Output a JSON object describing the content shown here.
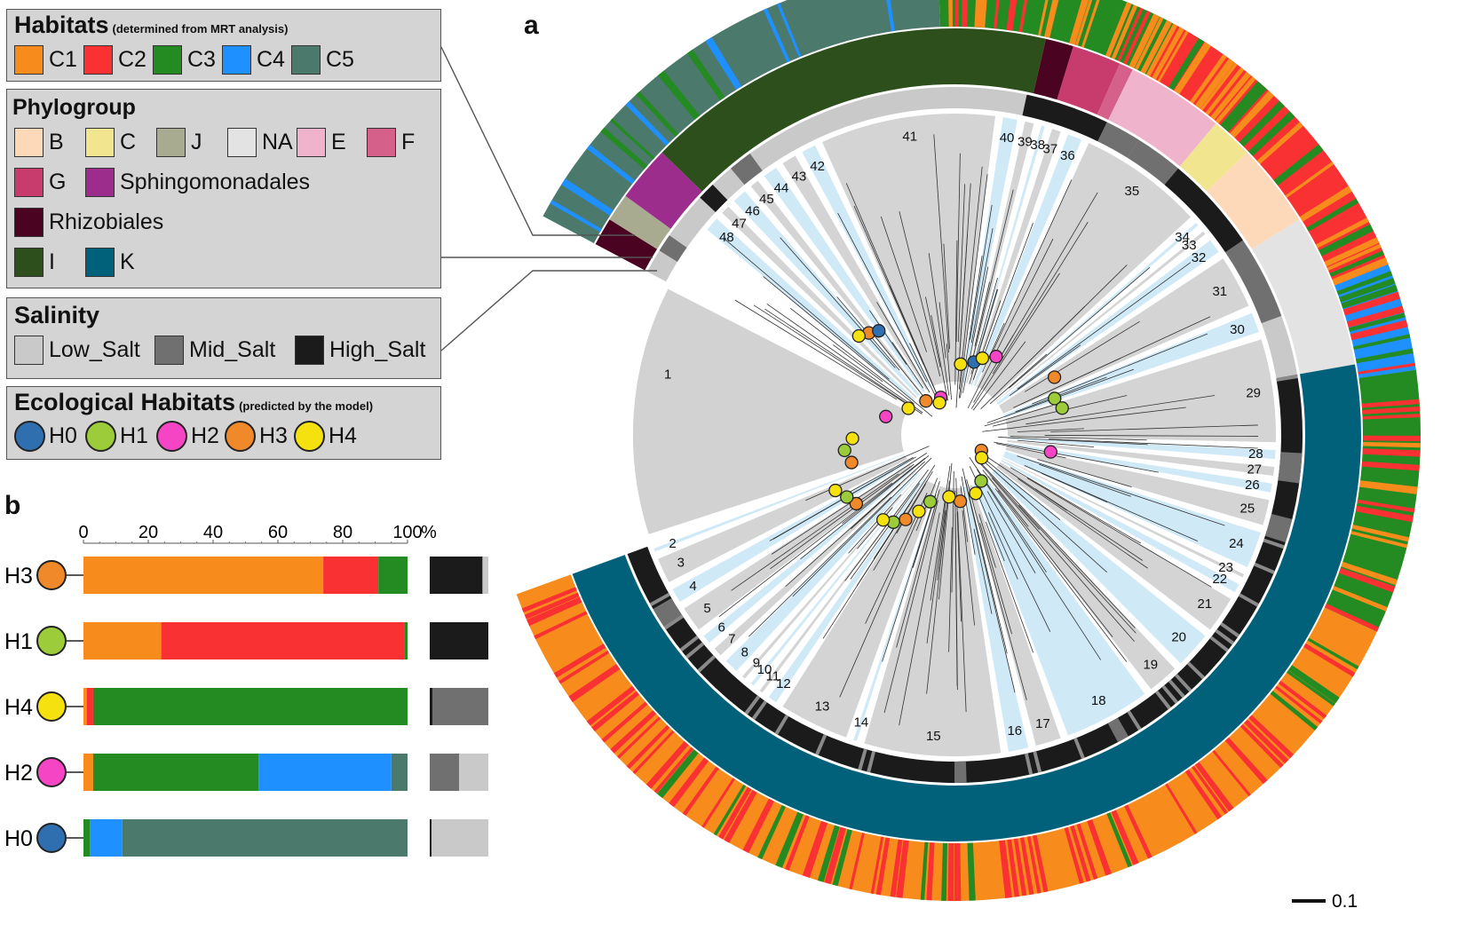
{
  "panel_labels": {
    "a": "a",
    "b": "b"
  },
  "legend": {
    "habitats": {
      "title": "Habitats",
      "subtitle": "(determined from MRT analysis)",
      "items": [
        {
          "label": "C1",
          "color": "#f78c1c"
        },
        {
          "label": "C2",
          "color": "#f93132"
        },
        {
          "label": "C3",
          "color": "#238b21"
        },
        {
          "label": "C4",
          "color": "#1e90ff"
        },
        {
          "label": "C5",
          "color": "#4b796c"
        }
      ]
    },
    "phylogroup": {
      "title": "Phylogroup",
      "items": [
        {
          "label": "B",
          "color": "#fdd8b9"
        },
        {
          "label": "C",
          "color": "#f2e58f"
        },
        {
          "label": "J",
          "color": "#a8ab90"
        },
        {
          "label": "NA",
          "color": "#e3e3e3"
        },
        {
          "label": "E",
          "color": "#f0b3cc"
        },
        {
          "label": "F",
          "color": "#d5608a"
        },
        {
          "label": "G",
          "color": "#c83b6d"
        },
        {
          "label": "Sphingomonadales",
          "color": "#9c2d8d"
        },
        {
          "label": "Rhizobiales",
          "color": "#4a0320"
        },
        {
          "label": "I",
          "color": "#2d4f1c"
        },
        {
          "label": "K",
          "color": "#02617a"
        }
      ]
    },
    "salinity": {
      "title": "Salinity",
      "items": [
        {
          "label": "Low_Salt",
          "color": "#c9c9c9"
        },
        {
          "label": "Mid_Salt",
          "color": "#707070"
        },
        {
          "label": "High_Salt",
          "color": "#1b1b1b"
        }
      ]
    },
    "ecological": {
      "title": "Ecological Habitats",
      "subtitle": "(predicted by the model)",
      "items": [
        {
          "label": "H0",
          "color": "#2f6fb0"
        },
        {
          "label": "H1",
          "color": "#9ccc3a"
        },
        {
          "label": "H2",
          "color": "#f545c4"
        },
        {
          "label": "H3",
          "color": "#f0892a"
        },
        {
          "label": "H4",
          "color": "#f4e10f"
        }
      ]
    }
  },
  "scale_bar": {
    "label": "0.1"
  },
  "chart_data": [
    {
      "type": "bar",
      "panel": "b",
      "orientation": "horizontal-stacked",
      "x_ticks": [
        "0",
        "20",
        "40",
        "60",
        "80",
        "100"
      ],
      "x_unit": "%",
      "xlim": [
        0,
        100
      ],
      "categories": [
        "H3",
        "H1",
        "H4",
        "H2",
        "H0"
      ],
      "category_colors": [
        "#f0892a",
        "#9ccc3a",
        "#f4e10f",
        "#f545c4",
        "#2f6fb0"
      ],
      "series": [
        {
          "name": "C1",
          "color": "#f78c1c",
          "values": [
            74,
            24,
            1,
            3,
            0
          ]
        },
        {
          "name": "C2",
          "color": "#f93132",
          "values": [
            17,
            75,
            2,
            0,
            0
          ]
        },
        {
          "name": "C3",
          "color": "#238b21",
          "values": [
            9,
            1,
            97,
            51,
            2
          ]
        },
        {
          "name": "C4",
          "color": "#1e90ff",
          "values": [
            0,
            0,
            0,
            41,
            10
          ]
        },
        {
          "name": "C5",
          "color": "#4b796c",
          "values": [
            0,
            0,
            0,
            5,
            88
          ]
        }
      ],
      "salinity_bars": {
        "series": [
          {
            "name": "High_Salt",
            "color": "#1b1b1b",
            "values": [
              90,
              100,
              5,
              0,
              3
            ]
          },
          {
            "name": "Mid_Salt",
            "color": "#707070",
            "values": [
              0,
              0,
              95,
              50,
              0
            ]
          },
          {
            "name": "Low_Salt",
            "color": "#c9c9c9",
            "values": [
              10,
              0,
              0,
              50,
              97
            ]
          }
        ]
      }
    },
    {
      "type": "circular-tree",
      "panel": "a",
      "clade_labels": [
        "1",
        "2",
        "3",
        "4",
        "5",
        "6",
        "7",
        "8",
        "9",
        "10",
        "11",
        "12",
        "13",
        "14",
        "15",
        "16",
        "17",
        "18",
        "19",
        "20",
        "21",
        "22",
        "23",
        "24",
        "25",
        "26",
        "27",
        "28",
        "29",
        "30",
        "31",
        "32",
        "33",
        "34",
        "35",
        "36",
        "37",
        "38",
        "39",
        "40",
        "41",
        "42",
        "43",
        "44",
        "45",
        "46",
        "47",
        "48"
      ]
    }
  ]
}
